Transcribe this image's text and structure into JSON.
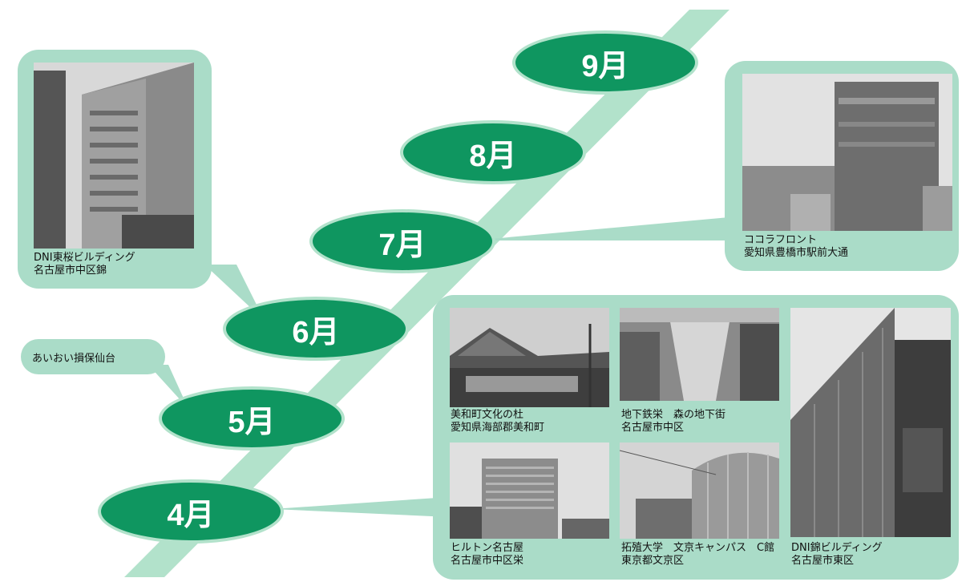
{
  "months": [
    {
      "key": "sep",
      "label": "9月"
    },
    {
      "key": "aug",
      "label": "8月"
    },
    {
      "key": "jul",
      "label": "7月"
    },
    {
      "key": "jun",
      "label": "6月"
    },
    {
      "key": "may",
      "label": "5月"
    },
    {
      "key": "apr",
      "label": "4月"
    }
  ],
  "sites": {
    "dni_higashisakura": {
      "name": "DNI東桜ビルディング",
      "location": "名古屋市中区錦"
    },
    "cocolafront": {
      "name": "ココラフロント",
      "location": "愛知県豊橋市駅前大通"
    },
    "aioi_sendai": {
      "name": "あいおい損保仙台"
    },
    "miwa": {
      "name": "美和町文化の杜",
      "location": "愛知県海部郡美和町"
    },
    "sakae_chika": {
      "name": "地下鉄栄　森の地下街",
      "location": "名古屋市中区"
    },
    "hilton": {
      "name": "ヒルトン名古屋",
      "location": "名古屋市中区栄"
    },
    "takushoku": {
      "name": "拓殖大学　文京キャンパス　C館",
      "location": "東京都文京区"
    },
    "dni_nishiki": {
      "name": "DNI錦ビルディング",
      "location": "名古屋市東区"
    }
  },
  "colors": {
    "band": "#b2e2cb",
    "month_fill": "#0f9660",
    "panel": "#aadcc8"
  }
}
